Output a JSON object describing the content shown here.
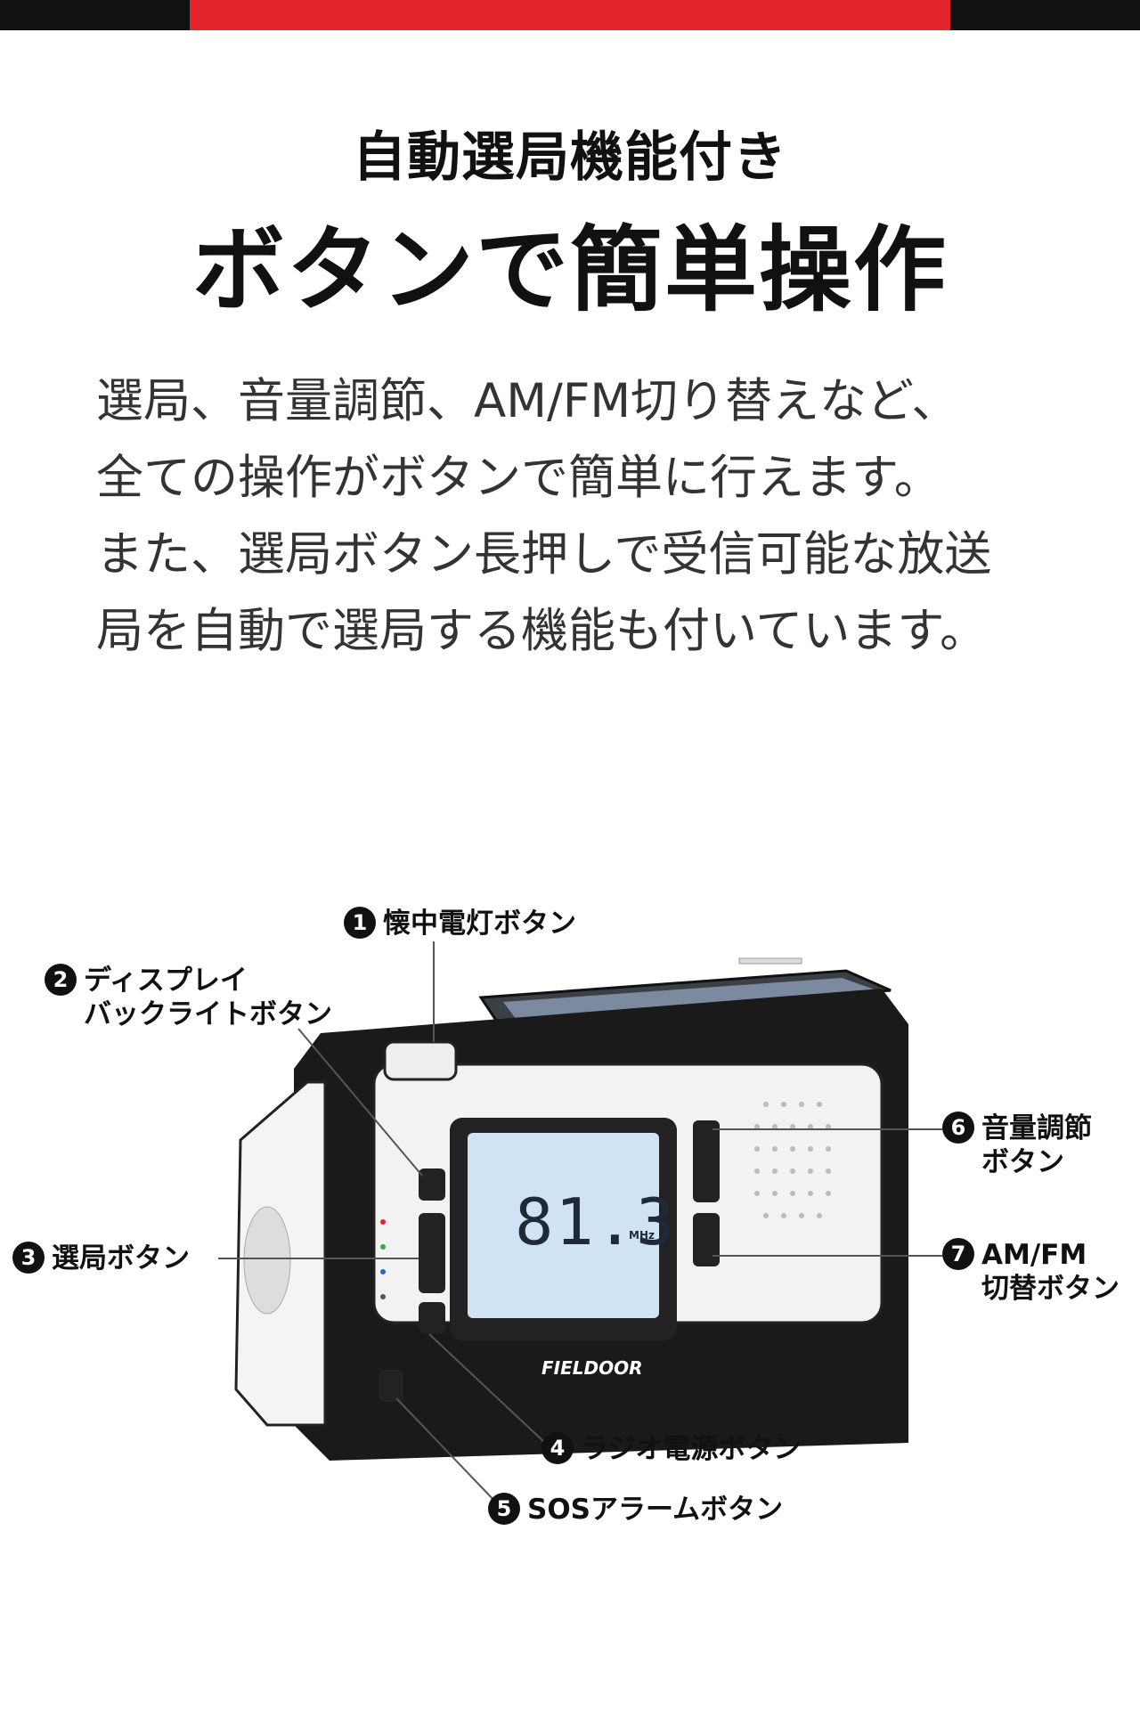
{
  "header": {
    "title_line1": "自動選局機能付き",
    "title_line2": "ボタンで簡単操作"
  },
  "description": {
    "lines": [
      "選局、音量調節、AM/FM切り替えなど、",
      "全ての操作がボタンで簡単に行えます。",
      "また、選局ボタン長押しで受信可能な放送",
      "局を自動で選局する機能も付いています。"
    ]
  },
  "product": {
    "display_frequency": "81.3",
    "display_unit": "MHz",
    "brand_logo": "FIELDOOR",
    "callouts": [
      {
        "number": "1",
        "lines": [
          "懐中電灯ボタン"
        ]
      },
      {
        "number": "2",
        "lines": [
          "ディスプレイ",
          "バックライトボタン"
        ]
      },
      {
        "number": "3",
        "lines": [
          "選局ボタン"
        ]
      },
      {
        "number": "4",
        "lines": [
          "ラジオ電源ボタン"
        ]
      },
      {
        "number": "5",
        "lines": [
          "SOSアラームボタン"
        ]
      },
      {
        "number": "6",
        "lines": [
          "音量調節",
          "ボタン"
        ]
      },
      {
        "number": "7",
        "lines": [
          "AM/FM",
          "切替ボタン"
        ]
      }
    ]
  },
  "colors": {
    "accent_red": "#e3262c",
    "top_bar_dark": "#111111",
    "lcd_blue": "#cfe3f5"
  }
}
